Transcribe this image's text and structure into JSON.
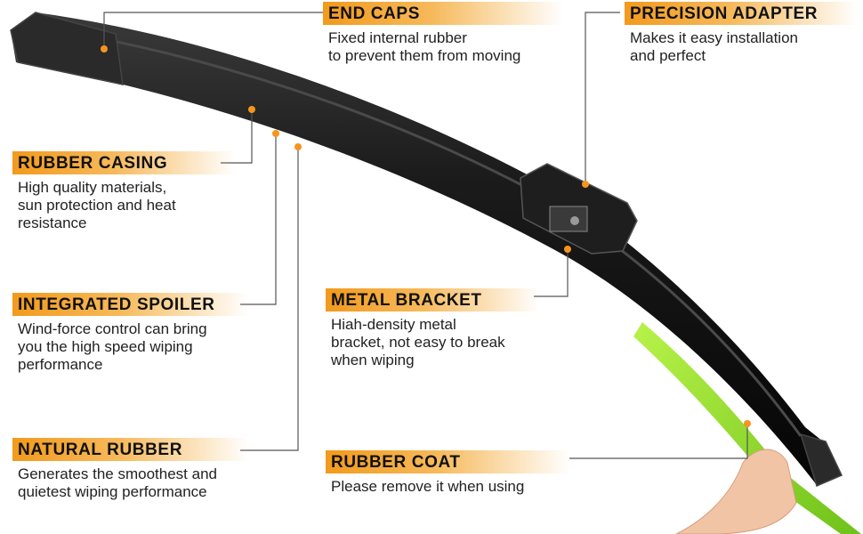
{
  "accent_color": "#f29a1c",
  "leader_color": "#555555",
  "marker_color": "#f7941d",
  "callouts": {
    "end_caps": {
      "title": "END CAPS",
      "text": "Fixed internal rubber\nto prevent them from moving"
    },
    "precision_adapter": {
      "title": "PRECISION ADAPTER",
      "text": "Makes it easy installation\nand perfect"
    },
    "rubber_casing": {
      "title": "RUBBER CASING",
      "text": "High quality materials,\nsun protection and heat\nresistance"
    },
    "integrated_spoiler": {
      "title": "INTEGRATED SPOILER",
      "text": "Wind-force control can bring\nyou the high speed wiping\nperformance"
    },
    "metal_bracket": {
      "title": "METAL BRACKET",
      "text": "Hiah-density metal\nbracket, not easy to break\nwhen wiping"
    },
    "natural_rubber": {
      "title": "NATURAL RUBBER",
      "text": "Generates the smoothest and\nquietest wiping performance"
    },
    "rubber_coat": {
      "title": "RUBBER COAT",
      "text": "Please remove it when using"
    }
  }
}
